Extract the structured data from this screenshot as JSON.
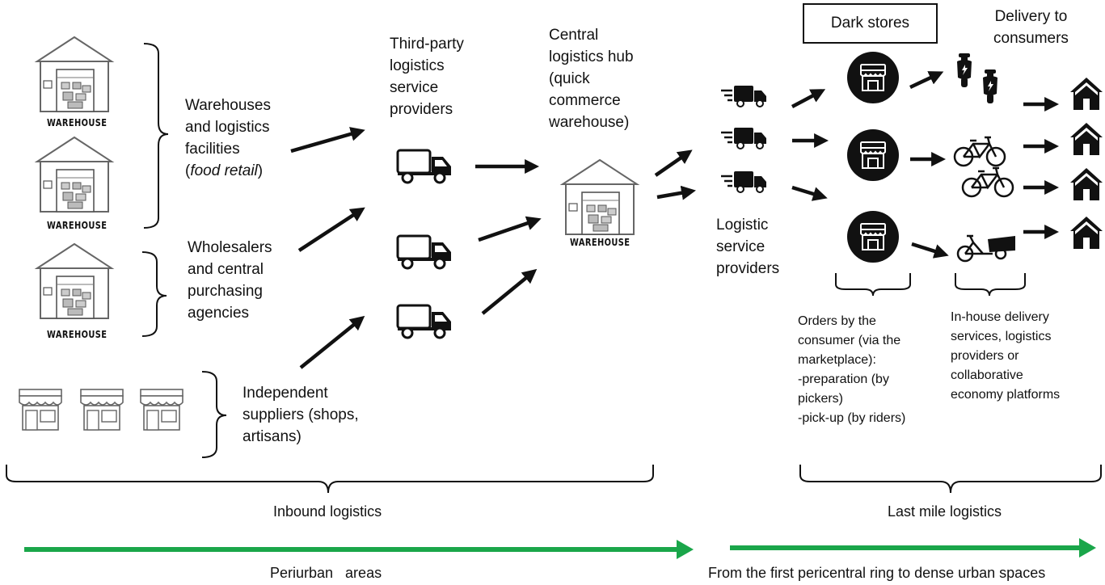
{
  "left_column": {
    "warehouse_label": "WAREHOUSE",
    "warehouses_text": [
      "Warehouses",
      "and logistics",
      "facilities"
    ],
    "warehouses_text_italic": "food retail",
    "wholesalers_text": [
      "Wholesalers",
      "and central",
      "purchasing",
      "agencies"
    ],
    "independent_text": [
      "Independent",
      "suppliers (shops,",
      "artisans)"
    ]
  },
  "third_party": {
    "text": [
      "Third-party",
      "logistics",
      "service",
      "providers"
    ]
  },
  "central_hub": {
    "text": [
      "Central",
      "logistics hub",
      "(quick",
      "commerce",
      "warehouse)"
    ],
    "warehouse_label": "WAREHOUSE"
  },
  "logistic_service": {
    "text": [
      "Logistic",
      "service",
      "providers"
    ]
  },
  "dark_stores": {
    "title": "Dark stores"
  },
  "delivery": {
    "title": [
      "Delivery to",
      "consumers"
    ]
  },
  "orders_note": {
    "text": [
      "Orders by the",
      "consumer (via the",
      "marketplace):",
      "-preparation (by",
      "pickers)",
      "-pick-up (by riders)"
    ]
  },
  "inhouse_note": {
    "text": [
      "In-house delivery",
      "services, logistics",
      "providers or",
      "collaborative",
      "economy platforms"
    ]
  },
  "sections": {
    "inbound": "Inbound logistics",
    "last_mile": "Last mile logistics"
  },
  "areas": {
    "periurban": "Periurban   areas",
    "urban": "From the first pericentral ring to dense urban spaces"
  },
  "colors": {
    "arrow": "#000000",
    "area_arrow": "#1aa64a",
    "store_circle": "#111111"
  },
  "icons": [
    "warehouse-icon",
    "shop-icon",
    "truck-icon",
    "fast-truck-icon",
    "store-icon",
    "scooter-icon",
    "bicycle-icon",
    "cargo-bike-icon",
    "house-icon"
  ]
}
